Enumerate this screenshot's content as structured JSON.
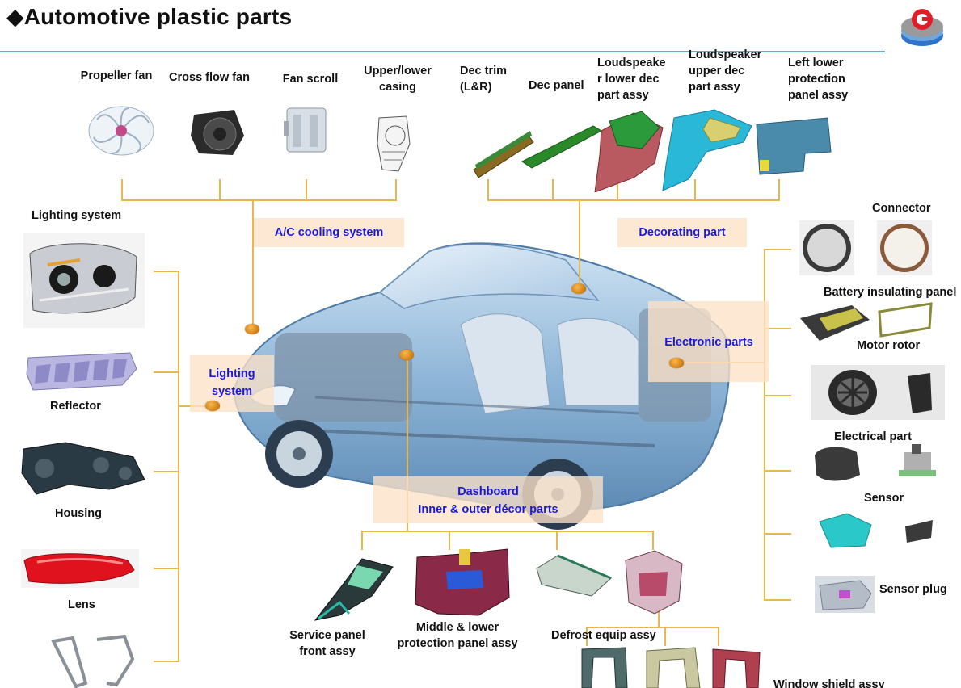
{
  "page": {
    "title_marker": "◆",
    "title": "Automotive plastic parts"
  },
  "logo": {
    "name": "company-logo"
  },
  "hubs": {
    "ac": "A/C cooling system",
    "decorating": "Decorating part",
    "lighting_1": "Lighting",
    "lighting_2": "system",
    "electronic": "Electronic parts",
    "dashboard_1": "Dashboard",
    "dashboard_2": "Inner & outer décor parts"
  },
  "top_parts": {
    "propeller_fan": "Propeller fan",
    "cross_flow_fan": "Cross flow fan",
    "fan_scroll": "Fan  scroll",
    "casing_1": "Upper/lower",
    "casing_2": "casing",
    "dec_trim_1": "Dec trim",
    "dec_trim_2": "(L&R)",
    "dec_panel": "Dec panel",
    "ls_lower_1": "Loudspeake",
    "ls_lower_2": "r lower dec",
    "ls_lower_3": "part assy",
    "ls_upper_1": "Loudspeaker",
    "ls_upper_2": "upper dec",
    "ls_upper_3": "part assy",
    "left_lower_1": "Left lower",
    "left_lower_2": "protection",
    "left_lower_3": "panel assy"
  },
  "left_parts": {
    "lighting_system": "Lighting system",
    "reflector": "Reflector",
    "housing": "Housing",
    "lens": "Lens"
  },
  "right_parts": {
    "connector": "Connector",
    "battery_panel": "Battery insulating  panel",
    "motor_rotor": "Motor rotor",
    "electrical_part": "Electrical part",
    "sensor": "Sensor",
    "sensor_plug": "Sensor plug"
  },
  "bottom_parts": {
    "service_panel_1": "Service panel",
    "service_panel_2": "front assy",
    "middle_lower_1": "Middle & lower",
    "middle_lower_2": "protection panel assy",
    "defrost": "Defrost equip assy",
    "window_shield": "Window shield assy"
  },
  "colors": {
    "accent_line": "#5fb2c6",
    "connector": "#e8b84a",
    "hub_text": "#1a1ad6",
    "hub_bg": "#fce1c8"
  }
}
